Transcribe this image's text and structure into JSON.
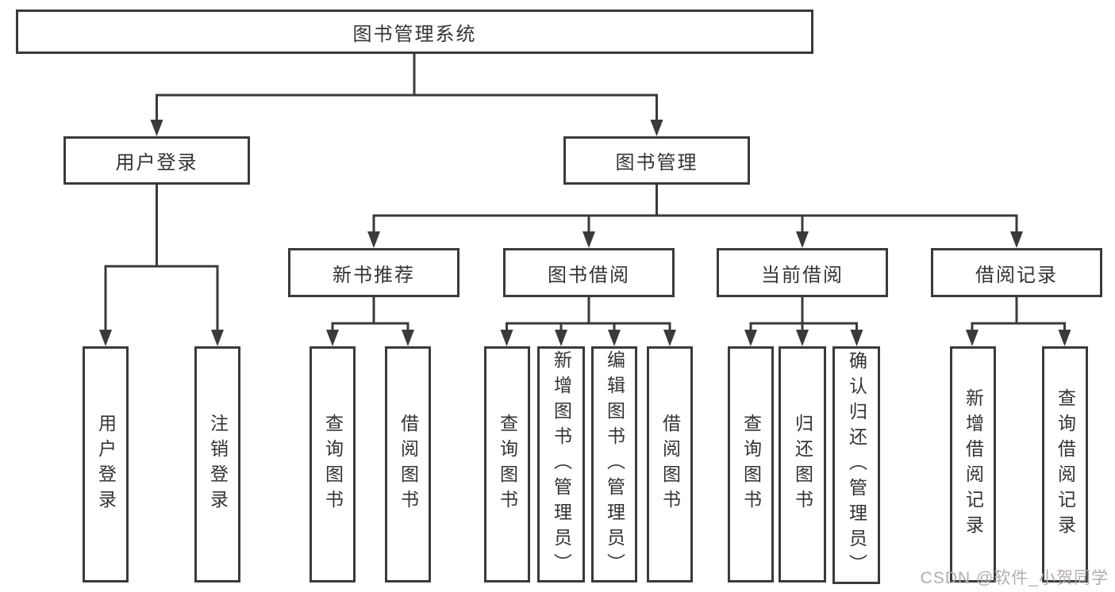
{
  "diagram": {
    "root": {
      "label": "图书管理系统"
    },
    "branches": [
      {
        "label": "用户登录",
        "leaves": [
          "用户登录",
          "注销登录"
        ]
      },
      {
        "label": "图书管理",
        "groups": [
          {
            "label": "新书推荐",
            "leaves": [
              "查询图书",
              "借阅图书"
            ]
          },
          {
            "label": "图书借阅",
            "leaves": [
              "查询图书",
              "新增图书（管理员）",
              "编辑图书（管理员）",
              "借阅图书"
            ]
          },
          {
            "label": "当前借阅",
            "leaves": [
              "查询图书",
              "归还图书",
              "确认归还（管理员）"
            ]
          },
          {
            "label": "借阅记录",
            "leaves": [
              "新增借阅记录",
              "查询借阅记录"
            ]
          }
        ]
      }
    ]
  },
  "watermark": {
    "text": "CSDN @软件_小贺同学"
  },
  "colors": {
    "line": "#3a3a3a",
    "text": "#333333",
    "background": "#ffffff",
    "watermark": "#b3adad"
  }
}
